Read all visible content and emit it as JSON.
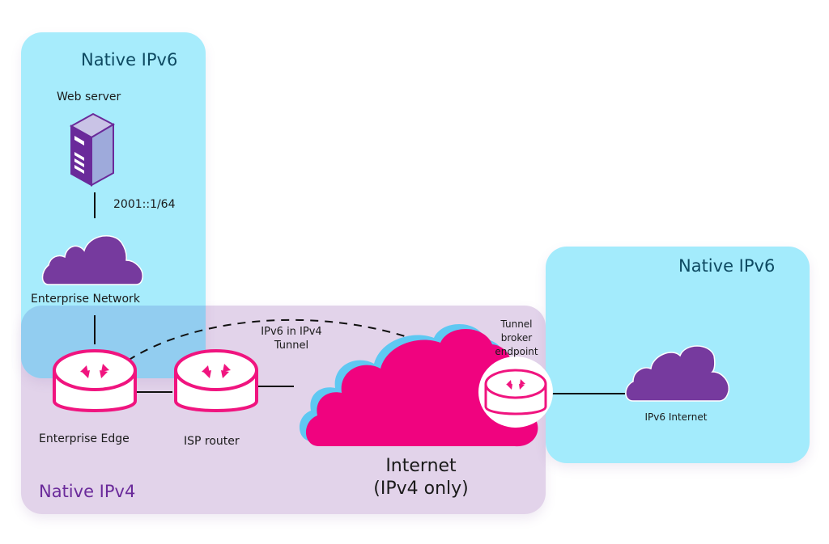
{
  "zones": {
    "ipv6_left": {
      "title": "Native IPv6"
    },
    "ipv6_right": {
      "title": "Native IPv6"
    },
    "ipv4": {
      "title": "Native IPv4"
    }
  },
  "nodes": {
    "web_server": {
      "label": "Web server",
      "address": "2001::1/64"
    },
    "enterprise_network": {
      "label": "Enterprise Network"
    },
    "enterprise_edge": {
      "label": "Enterprise Edge"
    },
    "isp_router": {
      "label": "ISP router"
    },
    "internet": {
      "label_line1": "Internet",
      "label_line2": "(IPv4 only)"
    },
    "tunnel_broker": {
      "label_line1": "Tunnel",
      "label_line2": "broker",
      "label_line3": "endpoint"
    },
    "ipv6_internet": {
      "label": "IPv6 Internet"
    }
  },
  "tunnel": {
    "label_line1": "IPv6 in IPv4",
    "label_line2": "Tunnel"
  },
  "colors": {
    "ipv6_zone": "#a3ebfc",
    "ipv4_zone": "#e2d3ea",
    "router_accent": "#f0147f",
    "purple_cloud": "#763a9e",
    "internet_cloud": "#f0037f",
    "cloud_shadow": "#5ec8f2"
  }
}
